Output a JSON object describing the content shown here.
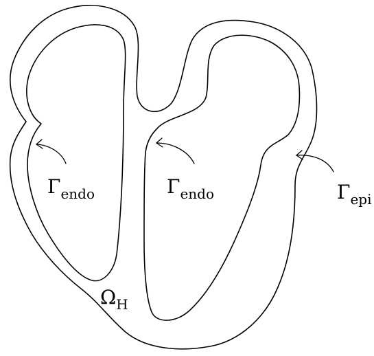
{
  "labels": {
    "endo_left": {
      "symbol": "Γ",
      "subscript": "endo"
    },
    "endo_right": {
      "symbol": "Γ",
      "subscript": "endo"
    },
    "epi": {
      "symbol": "Γ",
      "subscript": "epi"
    },
    "domain": {
      "symbol": "Ω",
      "subscript": "H"
    }
  }
}
